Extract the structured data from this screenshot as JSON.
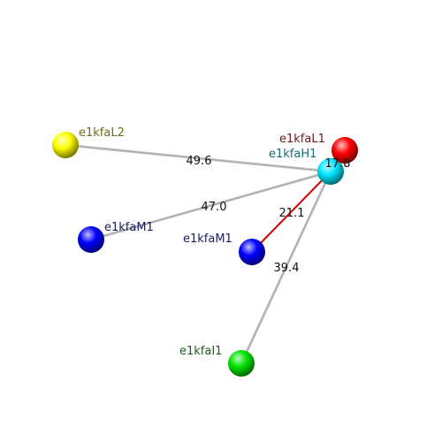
{
  "colors": {
    "background": "#ffffff",
    "edge_default": "#c8c8c8",
    "edge_highlight": "#d40000"
  },
  "nodes": [
    {
      "id": "e1kfaL2",
      "label": "e1kfaL2",
      "color": "#ffff00",
      "label_color": "#6b6b1a"
    },
    {
      "id": "e1kfaL1",
      "label": "e1kfaL1",
      "color": "#ff0000",
      "label_color": "#6b1a1a"
    },
    {
      "id": "e1kfaH1",
      "label": "e1kfaH1",
      "color": "#00e5ff",
      "label_color": "#1a6b6b"
    },
    {
      "id": "e1kfaM1a",
      "label": "e1kfaM1",
      "color": "#0000ff",
      "label_color": "#1a1a5e"
    },
    {
      "id": "e1kfaM1b",
      "label": "e1kfaM1",
      "color": "#0000ff",
      "label_color": "#1a1a5e"
    },
    {
      "id": "e1kfaI1",
      "label": "e1kfaI1",
      "color": "#00e600",
      "label_color": "#1a5e1a"
    }
  ],
  "edges": [
    {
      "from": "e1kfaL2",
      "to": "e1kfaH1",
      "label": "49.6",
      "highlight": false
    },
    {
      "from": "e1kfaM1a",
      "to": "e1kfaH1",
      "label": "47.0",
      "highlight": false
    },
    {
      "from": "e1kfaM1b",
      "to": "e1kfaH1",
      "label": "21.1",
      "highlight": true
    },
    {
      "from": "e1kfaI1",
      "to": "e1kfaH1",
      "label": "39.4",
      "highlight": false
    },
    {
      "from": "e1kfaL1",
      "to": "e1kfaH1",
      "label": "17.8",
      "highlight": false
    }
  ]
}
